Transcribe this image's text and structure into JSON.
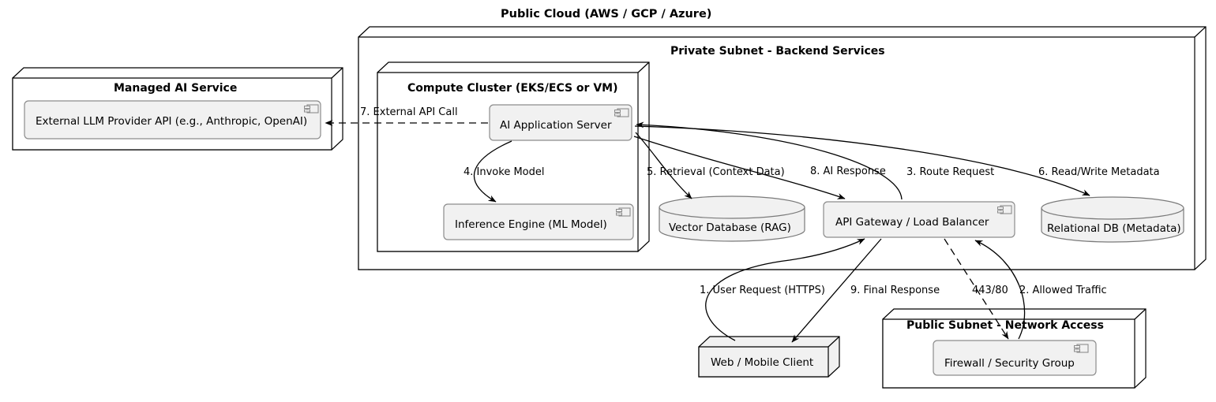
{
  "diagram": {
    "type": "uml-deployment-diagram",
    "top_title": "Public Cloud (AWS / GCP / Azure)",
    "colors": {
      "stroke": "#000000",
      "component_fill": "#f1f1f1",
      "component_stroke": "#8c8c8c",
      "node_fill": "#f1f1f1",
      "node_stroke": "#000000",
      "db_fill": "#f1f1f1",
      "db_stroke": "#7a7a7a",
      "background": "#ffffff"
    },
    "containers": [
      {
        "id": "managed-ai-service",
        "label": "Managed AI Service"
      },
      {
        "id": "private-subnet",
        "label": "Private Subnet - Backend Services"
      },
      {
        "id": "compute-cluster",
        "label": "Compute Cluster (EKS/ECS or VM)"
      },
      {
        "id": "public-subnet",
        "label": "Public Subnet - Network Access"
      }
    ],
    "components": [
      {
        "id": "external-llm",
        "label": "External LLM Provider API (e.g., Anthropic, OpenAI)",
        "shape": "component"
      },
      {
        "id": "ai-app-server",
        "label": "AI Application Server",
        "shape": "component"
      },
      {
        "id": "inference-engine",
        "label": "Inference Engine (ML Model)",
        "shape": "component"
      },
      {
        "id": "api-gateway",
        "label": "API Gateway / Load Balancer",
        "shape": "component"
      },
      {
        "id": "firewall",
        "label": "Firewall / Security Group",
        "shape": "component"
      },
      {
        "id": "vector-db",
        "label": "Vector Database (RAG)",
        "shape": "database"
      },
      {
        "id": "relational-db",
        "label": "Relational DB (Metadata)",
        "shape": "database"
      },
      {
        "id": "web-client",
        "label": "Web / Mobile Client",
        "shape": "node"
      }
    ],
    "edges": [
      {
        "id": "e1",
        "label": "1. User Request (HTTPS)",
        "from": "web-client",
        "to": "api-gateway",
        "style": "solid"
      },
      {
        "id": "e2",
        "label": "2. Allowed Traffic",
        "from": "firewall",
        "to": "api-gateway",
        "style": "solid"
      },
      {
        "id": "e3",
        "label": "3. Route Request",
        "from": "api-gateway",
        "to": "ai-app-server",
        "style": "solid"
      },
      {
        "id": "e4",
        "label": "4. Invoke Model",
        "from": "ai-app-server",
        "to": "inference-engine",
        "style": "solid"
      },
      {
        "id": "e5",
        "label": "5. Retrieval (Context Data)",
        "from": "ai-app-server",
        "to": "vector-db",
        "style": "solid"
      },
      {
        "id": "e6",
        "label": "6. Read/Write Metadata",
        "from": "ai-app-server",
        "to": "relational-db",
        "style": "solid"
      },
      {
        "id": "e7",
        "label": "7. External API Call",
        "from": "ai-app-server",
        "to": "external-llm",
        "style": "dashed"
      },
      {
        "id": "e8",
        "label": "8. AI Response",
        "from": "ai-app-server",
        "to": "api-gateway",
        "style": "solid"
      },
      {
        "id": "e9",
        "label": "9. Final Response",
        "from": "api-gateway",
        "to": "web-client",
        "style": "solid"
      },
      {
        "id": "e10",
        "label": "443/80",
        "from": "api-gateway",
        "to": "firewall",
        "style": "dashed"
      }
    ]
  }
}
